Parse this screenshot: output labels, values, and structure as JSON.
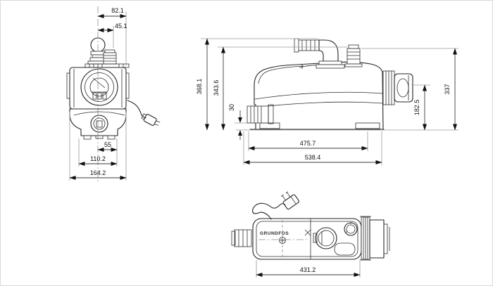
{
  "brand": "GRUNDFOS",
  "front_view": {
    "dims": {
      "d82_1": "82.1",
      "d45_1": "45.1",
      "d55": "55",
      "d110_2": "110.2",
      "d164_2": "164.2"
    }
  },
  "side_view": {
    "dims": {
      "d368_1": "368.1",
      "d343_6": "343.6",
      "d30": "30",
      "d337": "337",
      "d182_5": "182.5",
      "d475_7": "475.7",
      "d538_4": "538.4"
    }
  },
  "top_view": {
    "dims": {
      "d431_2": "431.2"
    }
  },
  "colors": {
    "line": "#242424",
    "dimension_line": "#3a3a3a",
    "extension_line": "#9a9a9a",
    "text": "#111111",
    "background": "#ffffff"
  }
}
